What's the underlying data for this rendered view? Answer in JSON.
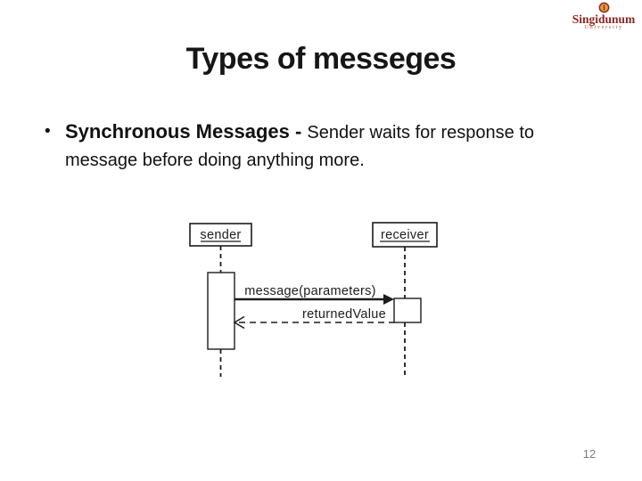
{
  "slide": {
    "title": "Types of messeges",
    "page_number": "12",
    "background_color": "#ffffff"
  },
  "logo": {
    "name": "Singidunum",
    "subtitle": "University",
    "name_color": "#8e2520",
    "subtitle_color": "#c2573b",
    "emblem_colors": {
      "ring": "#8e2520",
      "fill": "#e09a3c"
    }
  },
  "bullet": {
    "marker": "•",
    "lead": "Synchronous Messages - ",
    "rest": "Sender waits for response to message before doing anything more."
  },
  "diagram": {
    "type": "uml-sequence",
    "sender_label": "sender",
    "receiver_label": "receiver",
    "message_label": "message(parameters)",
    "return_label": "returnedValue",
    "ink_color": "#1c1c1c"
  }
}
